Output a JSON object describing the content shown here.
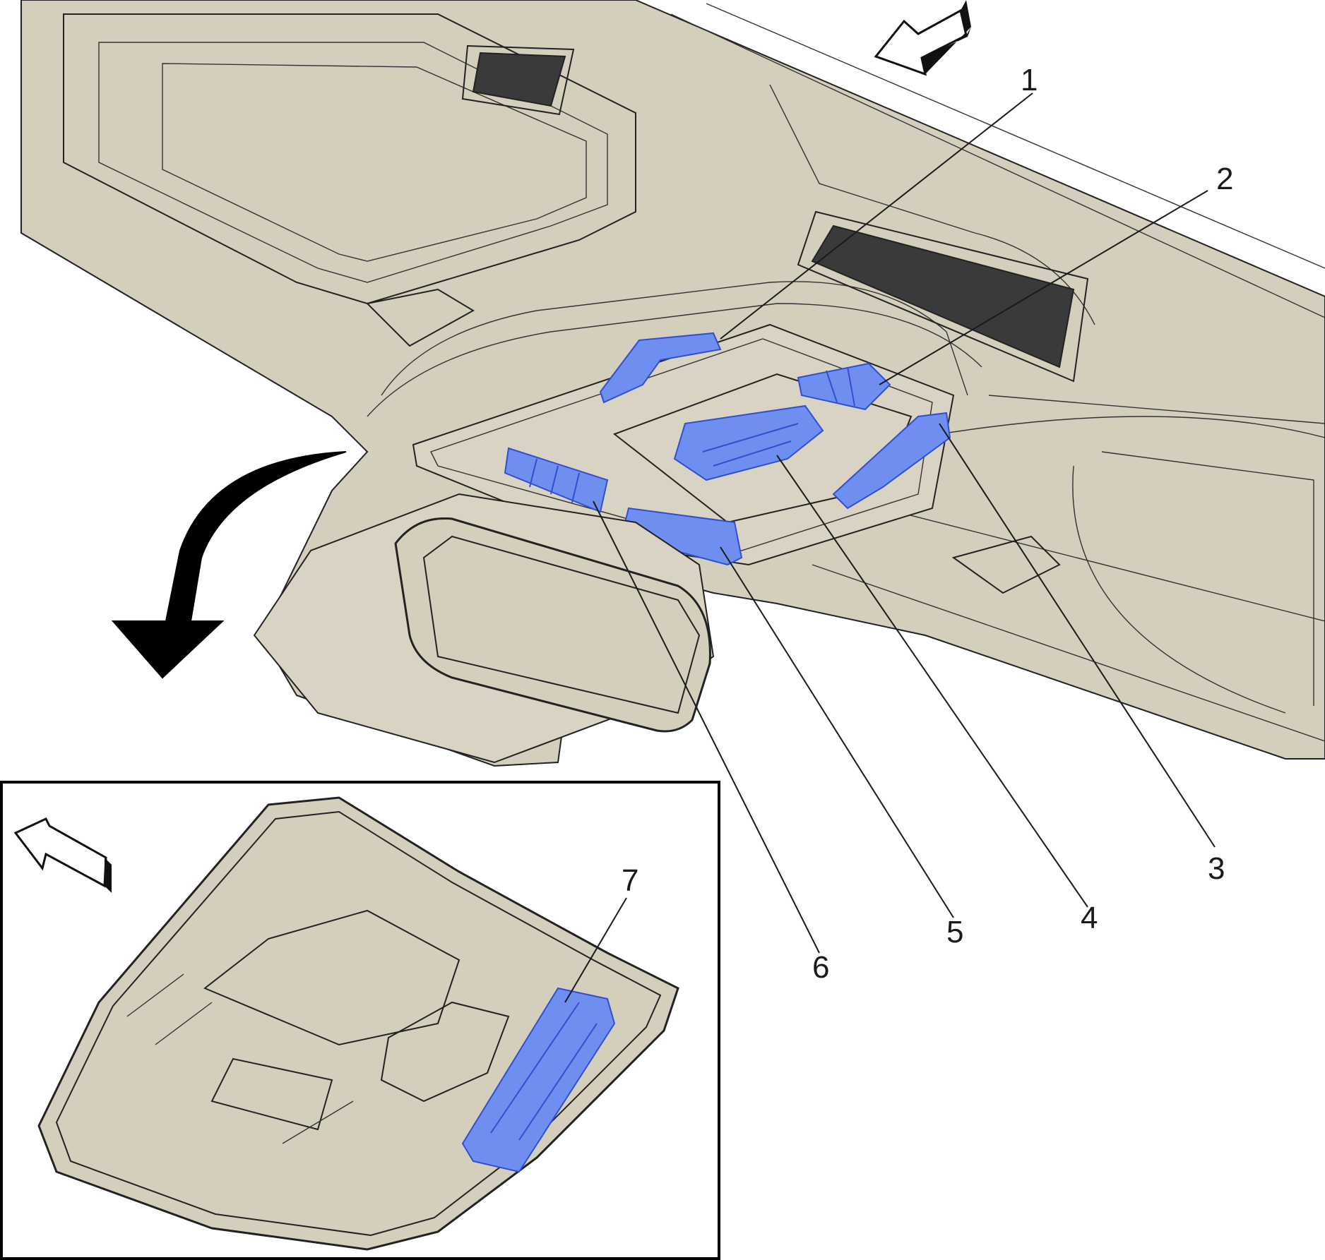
{
  "callouts": [
    {
      "id": "1",
      "label": "1"
    },
    {
      "id": "2",
      "label": "2"
    },
    {
      "id": "3",
      "label": "3"
    },
    {
      "id": "4",
      "label": "4"
    },
    {
      "id": "5",
      "label": "5"
    },
    {
      "id": "6",
      "label": "6"
    },
    {
      "id": "7",
      "label": "7"
    }
  ],
  "colors": {
    "headliner": "#d4cfbd",
    "highlight": "#6f8ff0",
    "highlight_stroke": "#2f4fd0",
    "outline": "#222222",
    "speaker_grille": "#3a3a3a"
  },
  "icons": {
    "forward_arrow_main": "direction-arrow-icon",
    "forward_arrow_inset": "direction-arrow-icon",
    "removal_arrow": "curved-arrow-icon"
  }
}
